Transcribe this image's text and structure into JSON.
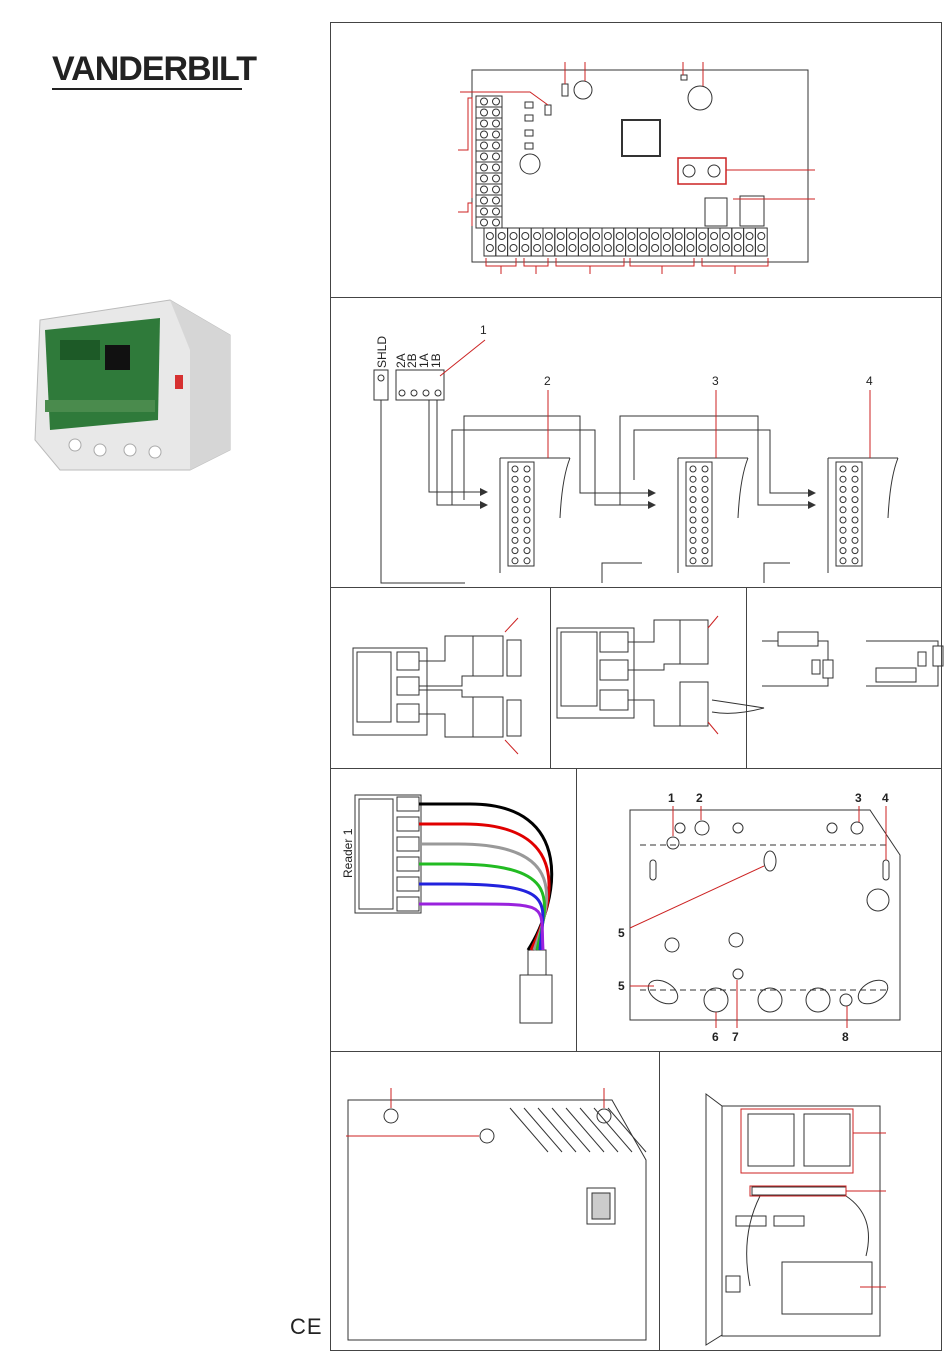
{
  "brand": {
    "logo_text": "VANDERBILT"
  },
  "wiring_panel": {
    "terminal_labels": [
      "SHLD",
      "2A",
      "2B",
      "1A",
      "1B"
    ],
    "callouts": [
      "1",
      "2",
      "3",
      "4"
    ]
  },
  "reader_panel": {
    "label": "Reader 1",
    "wire_colors": [
      "#000000",
      "#e00000",
      "#999999",
      "#22bb22",
      "#2222dd",
      "#9922dd"
    ]
  },
  "housing_panel": {
    "callouts": [
      "1",
      "2",
      "3",
      "4",
      "5",
      "5",
      "6",
      "7",
      "8"
    ]
  },
  "footer": {
    "ce_mark": "CE"
  },
  "colors": {
    "callout_red": "#cc2222",
    "line": "#333333"
  }
}
